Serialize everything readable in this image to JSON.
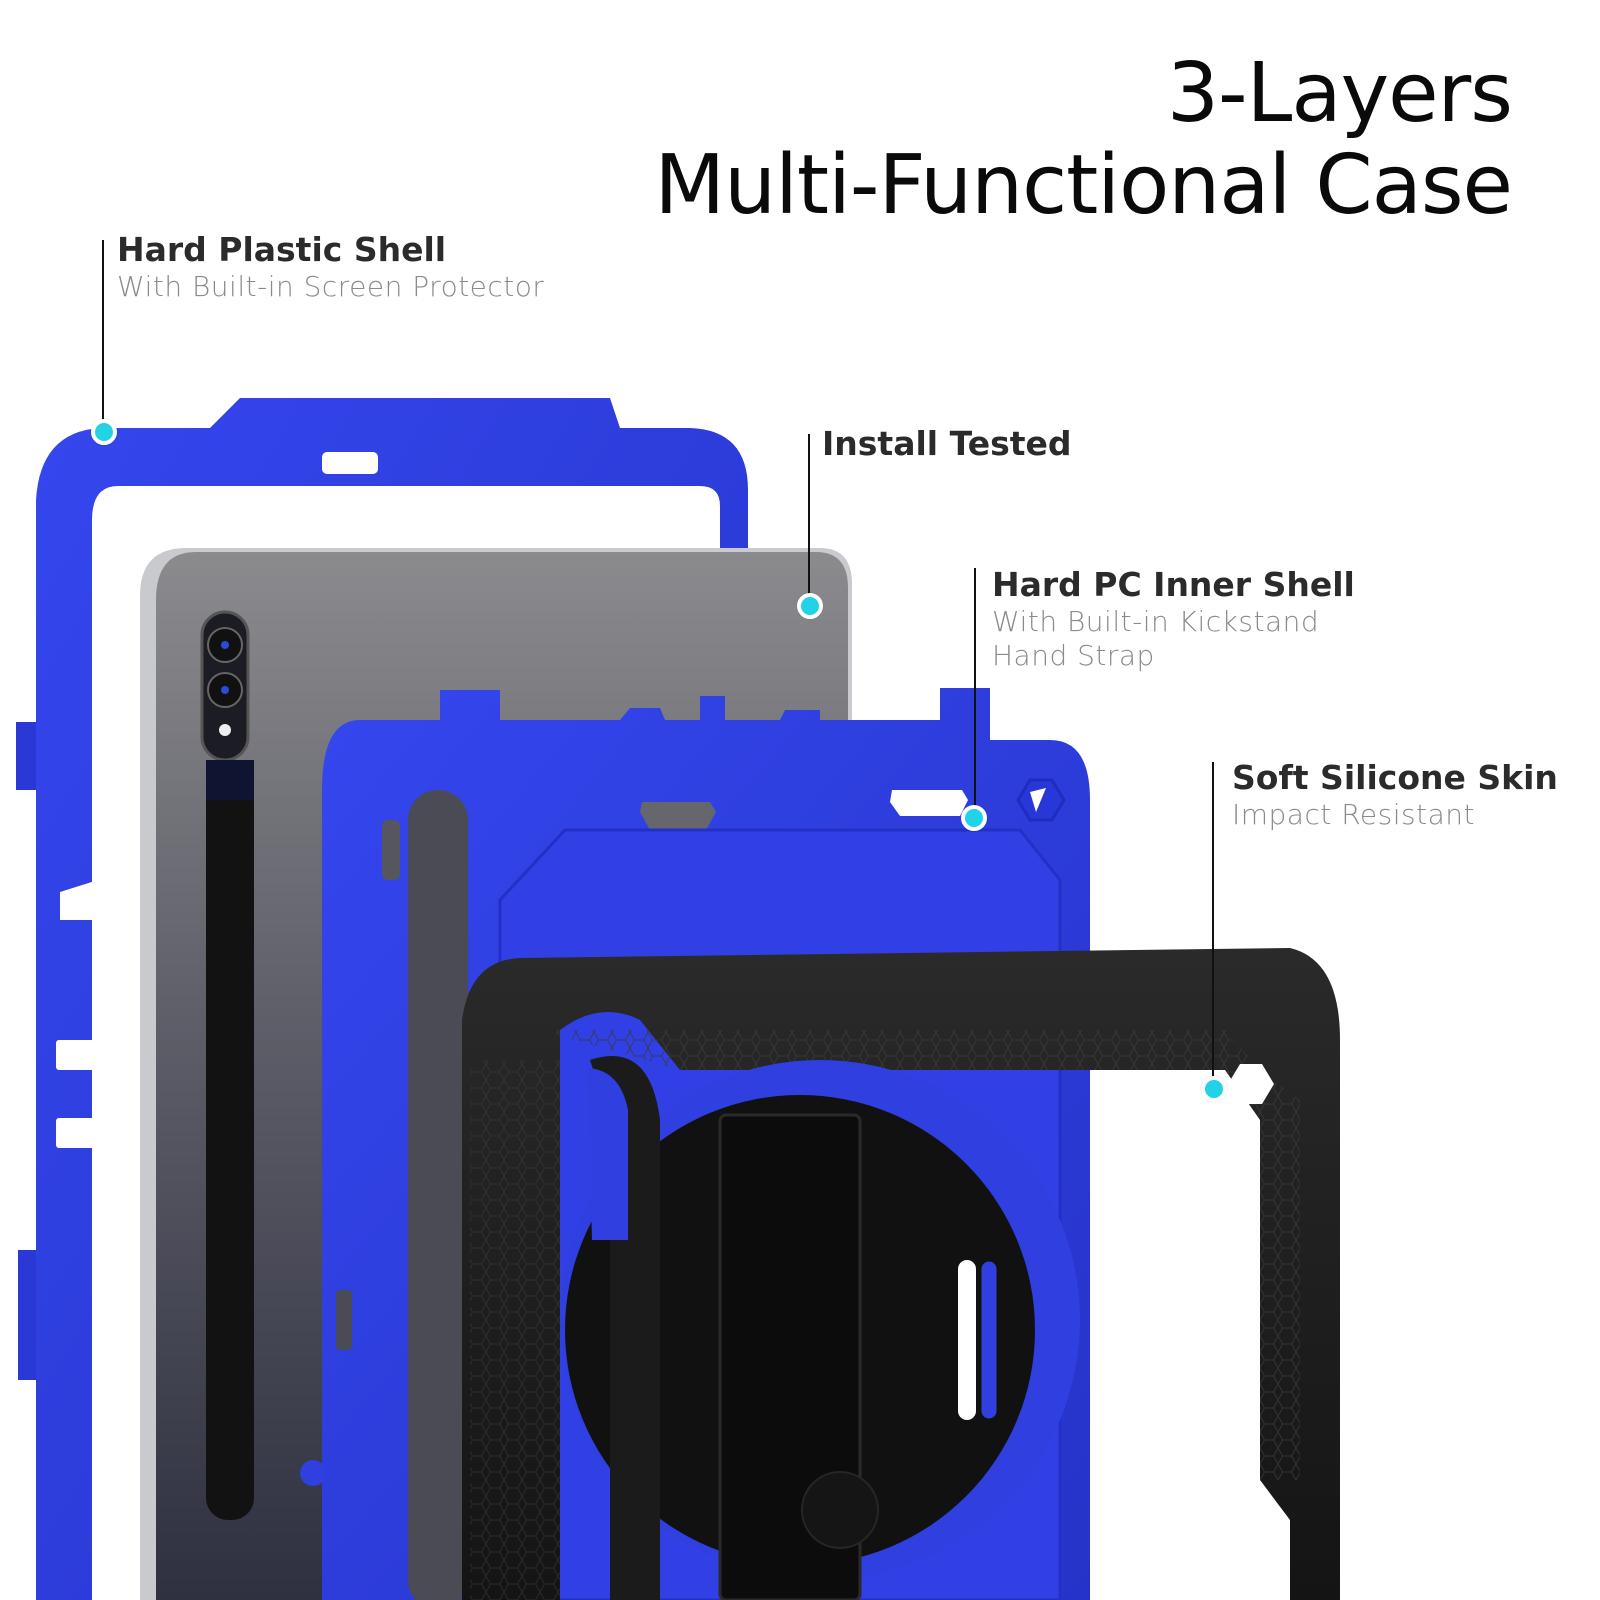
{
  "headline": {
    "line1": "3-Layers",
    "line2": "Multi-Functional Case"
  },
  "callouts": [
    {
      "title": "Hard Plastic Shell",
      "subtitle_lines": [
        "With Built-in Screen Protector"
      ]
    },
    {
      "title": "Install Tested",
      "subtitle_lines": []
    },
    {
      "title": "Hard PC Inner Shell",
      "subtitle_lines": [
        "With Built-in Kickstand",
        "Hand Strap"
      ]
    },
    {
      "title": "Soft Silicone Skin",
      "subtitle_lines": [
        "Impact Resistant"
      ]
    }
  ],
  "colors": {
    "case_blue": "#2f3fe0",
    "case_blue_dark": "#1f2cc0",
    "tablet_gray": "#6f7075",
    "tablet_dark": "#3a3b45",
    "silicone_black": "#1a1a1a",
    "marker_cyan": "#22d3e6",
    "title_text": "#2b2b2b",
    "subtitle_text": "#8a8a8a"
  },
  "product_layers": [
    {
      "name": "Hard Plastic Shell",
      "color": "blue frame"
    },
    {
      "name": "Tablet",
      "color": "gray"
    },
    {
      "name": "Hard PC Inner Shell",
      "color": "blue"
    },
    {
      "name": "Soft Silicone Skin",
      "color": "black"
    }
  ]
}
